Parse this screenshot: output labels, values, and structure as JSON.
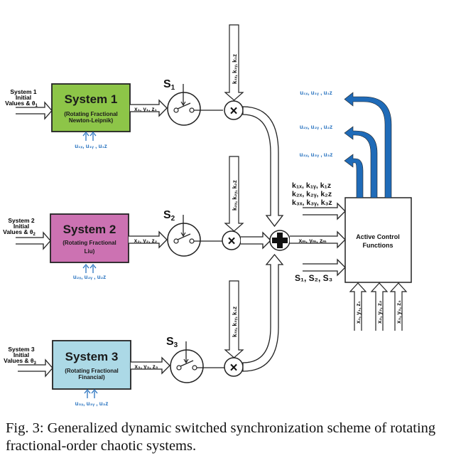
{
  "figure": {
    "caption": "Fig. 3: Generalized dynamic switched synchronization scheme of rotating fractional-order chaotic systems.",
    "colors": {
      "system1_fill": "#8dc548",
      "system2_fill": "#cc72b2",
      "system3_fill": "#acd9e6",
      "control_arrow": "#1f6bb8",
      "control_text": "#2a74c0",
      "outline": "#222222"
    },
    "systems": [
      {
        "title": "System 1",
        "subtitle_line1": "(Rotating Fractional",
        "subtitle_line2": "Newton-Leipnik)",
        "input_line1": "System 1",
        "input_line2": "Initial",
        "input_line3": "Values & θ",
        "input_sub": "1",
        "output_label": "x₁, y₁, z₁",
        "control_label": "u₁ₓ, u₁ᵧ , u₁z",
        "switch_label": "S",
        "switch_sub": "1",
        "gain_label": "k₁ₓ, k₁ᵧ, k₁z"
      },
      {
        "title": "System 2",
        "subtitle_line1": "(Rotating Fractional",
        "subtitle_line2": "Liu)",
        "input_line1": "System 2",
        "input_line2": "Initial",
        "input_line3": "Values & θ",
        "input_sub": "2",
        "output_label": "x₂, y₂, z₂",
        "control_label": "u₂ₓ, u₂ᵧ , u₂z",
        "switch_label": "S",
        "switch_sub": "2",
        "gain_label": "k₂ₓ, k₂ᵧ, k₂z"
      },
      {
        "title": "System 3",
        "subtitle_line1": "(Rotating Fractional",
        "subtitle_line2": "Financial)",
        "input_line1": "System 3",
        "input_line2": "Initial",
        "input_line3": "Values & θ",
        "input_sub": "3",
        "output_label": "x₃, y₃, z₃",
        "control_label": "u₃ₓ, u₃ᵧ , u₃z",
        "switch_label": "S",
        "switch_sub": "3",
        "gain_label": "k₃ₓ, k₃ᵧ, k₃z"
      }
    ],
    "multiplier_symbol": "×",
    "summer_symbol": "+",
    "sum_output_label": "xₘ, yₘ, zₘ",
    "controller": {
      "title_line1": "Active Control",
      "title_line2": "Functions",
      "gain_inputs": [
        "k₁ₓ, k₁ᵧ, k₁z",
        "k₂ₓ, k₂ᵧ, k₂z",
        "k₃ₓ, k₃ᵧ, k₃z"
      ],
      "switch_input": "S₁, S₂, S₃",
      "state_inputs": [
        "x₁, y₁, z₁",
        "x₂, y₂, z₂",
        "x₃, y₃, z₃"
      ],
      "outputs": [
        "u₁ₓ, u₁ᵧ , u₁z",
        "u₂ₓ, u₂ᵧ , u₂z",
        "u₃ₓ, u₃ᵧ , u₃z"
      ]
    }
  }
}
